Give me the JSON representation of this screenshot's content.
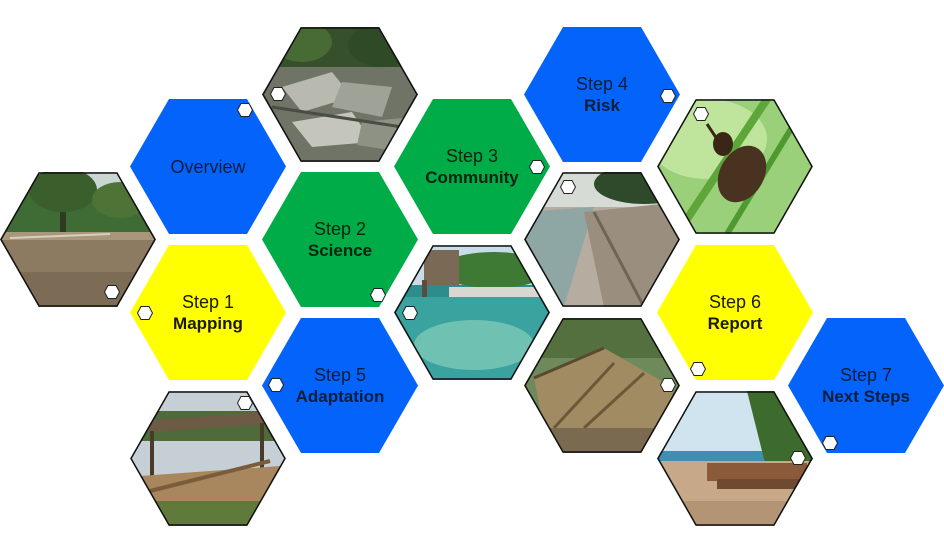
{
  "tiles": {
    "overview": {
      "label": "Overview"
    },
    "step1": {
      "line1": "Step 1",
      "line2": "Mapping"
    },
    "step2": {
      "line1": "Step 2",
      "line2": "Science"
    },
    "step3": {
      "line1": "Step 3",
      "line2": "Community"
    },
    "step4": {
      "line1": "Step 4",
      "line2": "Risk"
    },
    "step5": {
      "line1": "Step 5",
      "line2": "Adaptation"
    },
    "step6": {
      "line1": "Step 6",
      "line2": "Report"
    },
    "step7": {
      "line1": "Step 7",
      "line2": "Next Steps"
    }
  },
  "photos": [
    "flooded-field-photo",
    "forest-debris-photo",
    "weevil-insect-photo",
    "eroded-beach-photo",
    "clear-water-shore-photo",
    "collapsed-hut-photo",
    "collapsed-shelter-photo",
    "beach-logs-photo"
  ],
  "colors": {
    "blue": "#0463fb",
    "green": "#00ac47",
    "yellow": "#ffff00"
  }
}
